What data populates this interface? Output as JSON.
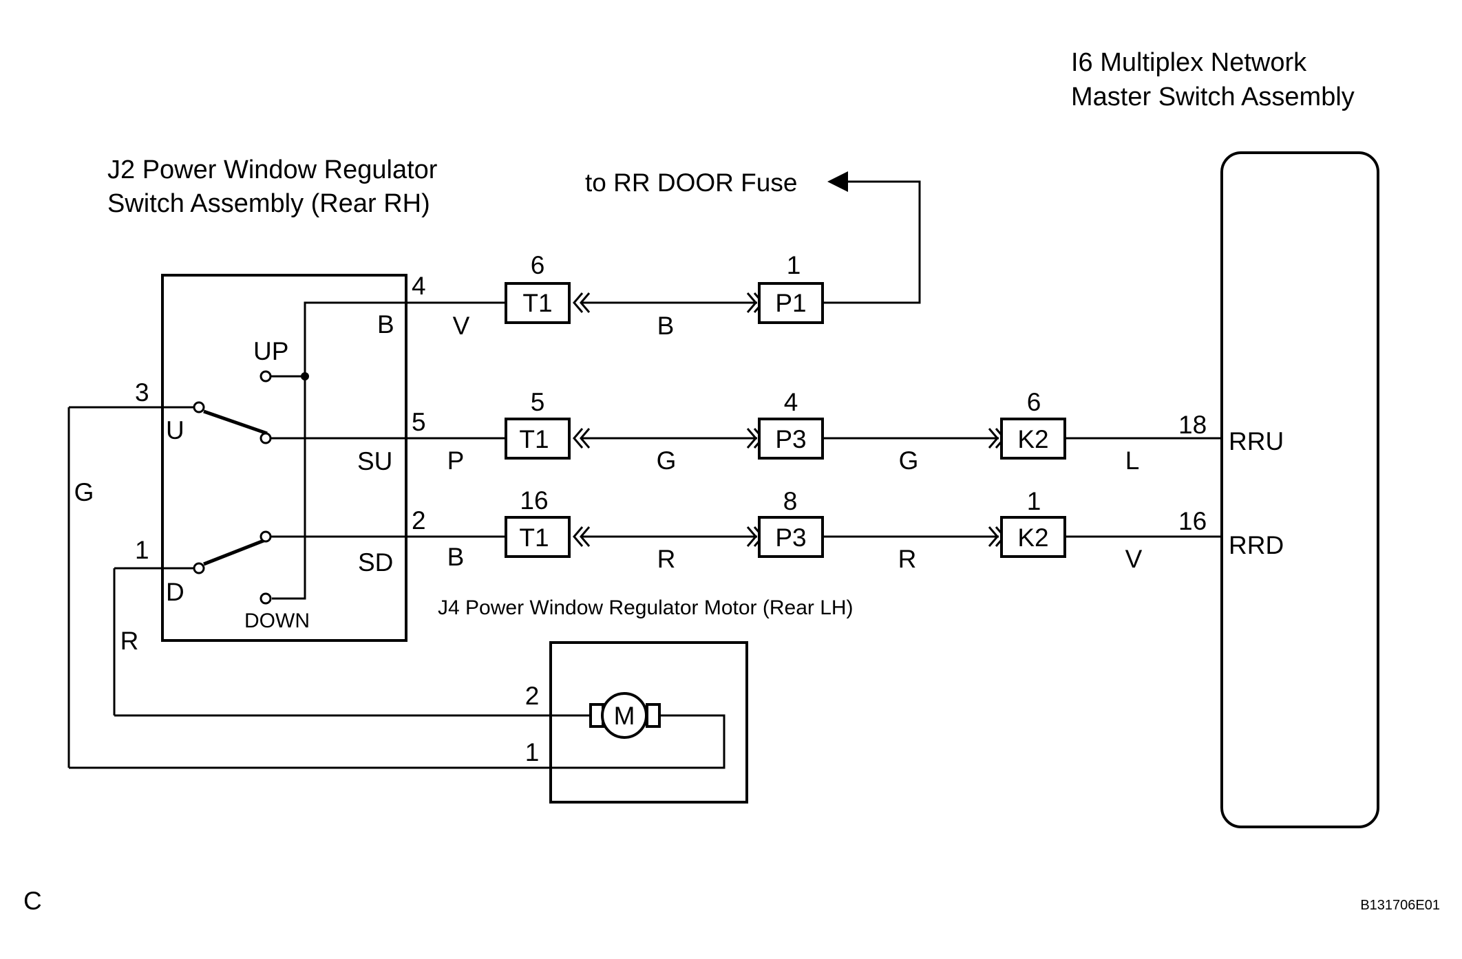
{
  "corner_label": "C",
  "figure_code": "B131706E01",
  "master_switch": {
    "title_line1": "I6 Multiplex Network",
    "title_line2": "Master Switch Assembly",
    "terminals": [
      {
        "pin": "18",
        "name": "RRU"
      },
      {
        "pin": "16",
        "name": "RRD"
      }
    ]
  },
  "regulator_switch": {
    "title_line1": "J2 Power Window Regulator",
    "title_line2": "Switch Assembly (Rear RH)",
    "pins": {
      "b": "4",
      "su": "5",
      "sd": "2",
      "u": "3",
      "d": "1"
    },
    "terminal_names": {
      "b": "B",
      "su": "SU",
      "sd": "SD",
      "u": "U",
      "d": "D"
    },
    "position_labels": {
      "up": "UP",
      "down": "DOWN"
    }
  },
  "motor": {
    "title": "J4 Power Window Regulator Motor (Rear LH)",
    "symbol": "M",
    "pins": {
      "top": "2",
      "bottom": "1"
    }
  },
  "fuse_ref": "to RR DOOR Fuse",
  "rows": [
    {
      "connectors": [
        {
          "name": "T1",
          "pin": "6"
        },
        {
          "name": "P1",
          "pin": "1"
        }
      ],
      "wire_colors": [
        "V",
        "B"
      ]
    },
    {
      "connectors": [
        {
          "name": "T1",
          "pin": "5"
        },
        {
          "name": "P3",
          "pin": "4"
        },
        {
          "name": "K2",
          "pin": "6"
        }
      ],
      "wire_colors": [
        "P",
        "G",
        "G",
        "L"
      ]
    },
    {
      "connectors": [
        {
          "name": "T1",
          "pin": "16"
        },
        {
          "name": "P3",
          "pin": "8"
        },
        {
          "name": "K2",
          "pin": "1"
        }
      ],
      "wire_colors": [
        "B",
        "R",
        "R",
        "V"
      ]
    }
  ],
  "left_wire_colors": {
    "u_loop": "G",
    "d_loop": "R"
  }
}
